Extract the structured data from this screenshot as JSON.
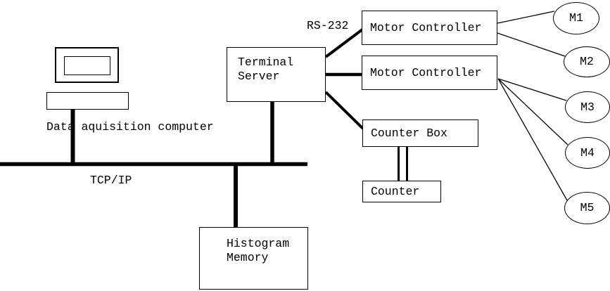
{
  "colors": {
    "ink": "#000000",
    "background": "#ffffff"
  },
  "labels": {
    "rs232": "RS-232",
    "tcpip": "TCP/IP",
    "computer_caption": "Data aquisition computer"
  },
  "nodes": {
    "terminal_server": {
      "line1": "Terminal",
      "line2": "Server"
    },
    "motor_controller_1": {
      "label": "Motor Controller"
    },
    "motor_controller_2": {
      "label": "Motor Controller"
    },
    "counter_box": {
      "label": "Counter Box"
    },
    "counter": {
      "label": "Counter"
    },
    "histogram_memory": {
      "line1": "Histogram",
      "line2": "Memory"
    }
  },
  "motors": [
    {
      "label": "M1"
    },
    {
      "label": "M2"
    },
    {
      "label": "M3"
    },
    {
      "label": "M4"
    },
    {
      "label": "M5"
    }
  ]
}
